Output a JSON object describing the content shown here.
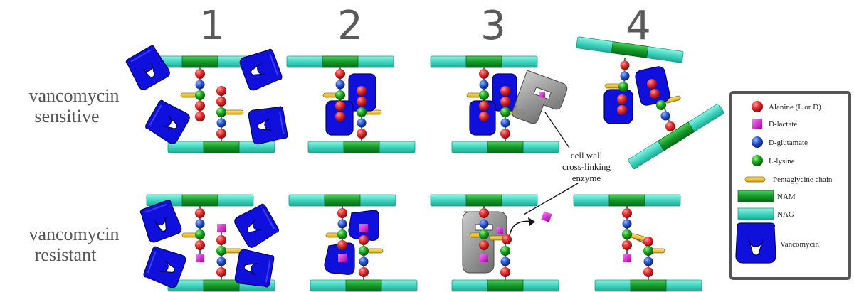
{
  "stages": [
    "1",
    "2",
    "3",
    "4"
  ],
  "rows": {
    "sensitive": [
      "vancomycin",
      "sensitive"
    ],
    "resistant": [
      "vancomycin",
      "resistant"
    ]
  },
  "annotation": [
    "cell wall",
    "cross-linking",
    "enzyme"
  ],
  "legend": {
    "items": [
      {
        "icon": "alanine-icon",
        "label": "Alanine (L or D)"
      },
      {
        "icon": "d-lactate-icon",
        "label": "D-lactate"
      },
      {
        "icon": "d-glutamate-icon",
        "label": "D-glutamate"
      },
      {
        "icon": "l-lysine-icon",
        "label": "L-lysine"
      },
      {
        "icon": "pentaglycine-icon",
        "label": "Pentaglycine chain"
      },
      {
        "icon": "nam-icon",
        "label": "NAM"
      },
      {
        "icon": "nag-icon",
        "label": "NAG"
      },
      {
        "icon": "vancomycin-icon",
        "label": "Vancomycin"
      }
    ]
  },
  "colors": {
    "alanine": "#d62b2b",
    "d_lactate": "#cc22cc",
    "d_glutamate": "#2255cc",
    "l_lysine": "#1a9a1a",
    "pentaglycine": "#f0c000",
    "nam": "#139a2a",
    "nag": "#3fd6bf",
    "vancomycin": "#1010dd",
    "enzyme": "#8a8a8a"
  }
}
